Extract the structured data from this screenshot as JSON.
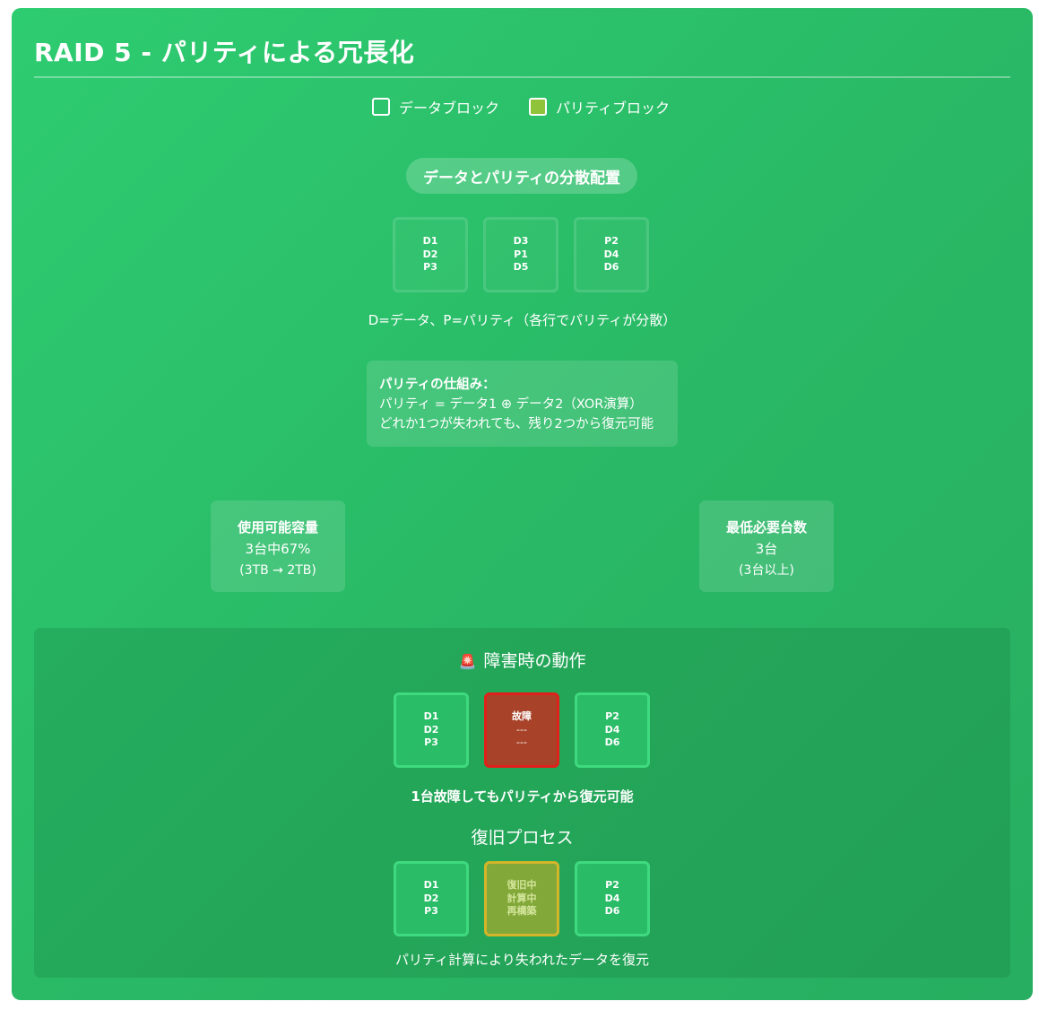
{
  "title": "RAID 5 - パリティによる冗長化",
  "legend": {
    "data_label": "データブロック",
    "parity_label": "パリティブロック",
    "colors": {
      "data": "#ffffff",
      "parity": "#8fc33a"
    }
  },
  "distribution": {
    "heading": "データとパリティの分散配置",
    "disks": [
      {
        "rows": [
          "D1",
          "D2",
          "P3"
        ]
      },
      {
        "rows": [
          "D3",
          "P1",
          "D5"
        ]
      },
      {
        "rows": [
          "P2",
          "D4",
          "D6"
        ]
      }
    ],
    "caption": "D=データ、P=パリティ（各行でパリティが分散）"
  },
  "parity_info": {
    "heading": "パリティの仕組み：",
    "line1": "パリティ = データ1 ⊕ データ2（XOR演算）",
    "line2": "どれか1つが失われても、残り2つから復元可能"
  },
  "stats": {
    "capacity": {
      "heading": "使用可能容量",
      "value": "3台中67%",
      "sub": "(3TB → 2TB)"
    },
    "minimum": {
      "heading": "最低必要台数",
      "value": "3台",
      "sub": "(3台以上)"
    }
  },
  "failure": {
    "icon": "siren-icon",
    "heading": "障害時の動作",
    "disks": [
      {
        "rows": [
          "D1",
          "D2",
          "P3"
        ]
      },
      {
        "rows": [
          "故障",
          "---",
          "---"
        ]
      },
      {
        "rows": [
          "P2",
          "D4",
          "D6"
        ]
      }
    ],
    "caption": "1台故障してもパリティから復元可能",
    "recovery_heading": "復旧プロセス",
    "recovery_disks": [
      {
        "rows": [
          "D1",
          "D2",
          "P3"
        ]
      },
      {
        "rows": [
          "復旧中",
          "計算中",
          "再構築"
        ]
      },
      {
        "rows": [
          "P2",
          "D4",
          "D6"
        ]
      }
    ],
    "recovery_caption": "パリティ計算により失われたデータを復元",
    "colors": {
      "failed": "#a8432a",
      "failed_border": "#e0201a",
      "rebuild": "#83a83a",
      "rebuild_border": "#d4b52a"
    }
  },
  "colors": {
    "background": "#2ecc71",
    "disk_border": "#3fd97f"
  }
}
